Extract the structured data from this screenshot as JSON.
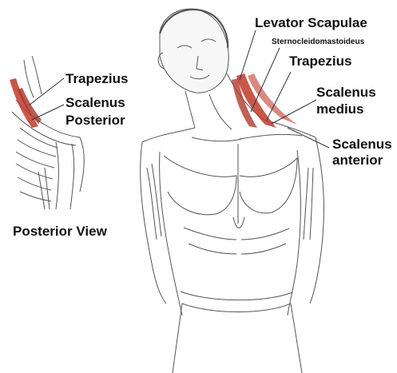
{
  "labels": {
    "levator_scapulae": "Levator Scapulae",
    "sternocleidomastoideus": "Sternocleidomastoideus",
    "trapezius_front": "Trapezius",
    "scalenus_medius_line1": "Scalenus",
    "scalenus_medius_line2": "medius",
    "scalenus_anterior_line1": "Scalenus",
    "scalenus_anterior_line2": "anterior",
    "trapezius_back": "Trapezius",
    "scalenus_posterior_line1": "Scalenus",
    "scalenus_posterior_line2": "Posterior",
    "posterior_view": "Posterior View"
  },
  "colors": {
    "muscle_highlight": "#c0392b",
    "sketch_line": "#555555",
    "label_text": "#111111"
  }
}
